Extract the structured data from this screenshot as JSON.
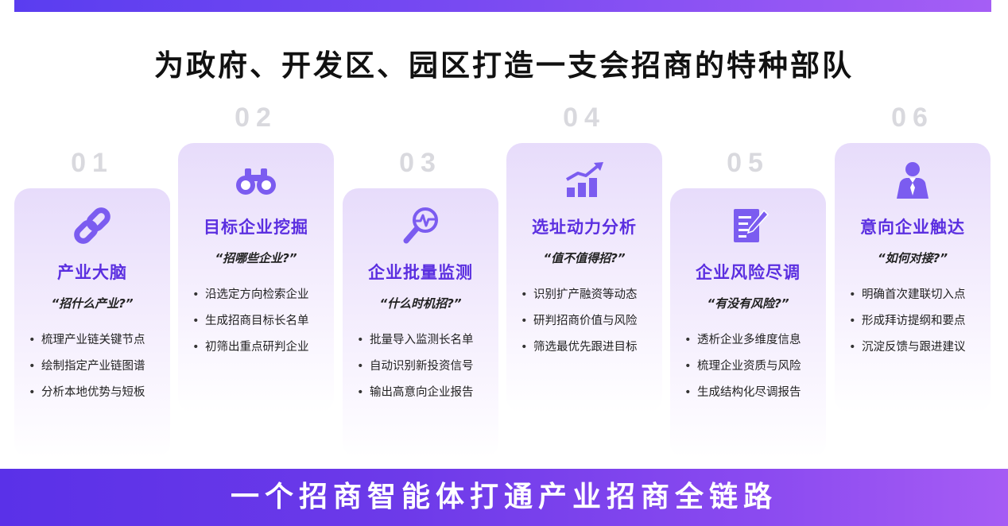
{
  "page": {
    "title": "为政府、开发区、园区打造一支会招商的特种部队",
    "banner": "一个招商智能体打通产业招商全链路"
  },
  "colors": {
    "accent": "#5b2fe0",
    "icon": "#7b5cf0",
    "number": "#d9d9de"
  },
  "cards": [
    {
      "number": "01",
      "icon": "chain-link-icon",
      "title": "产业大脑",
      "question": "“招什么产业?”",
      "bullets": [
        "梳理产业链关键节点",
        "绘制指定产业链图谱",
        "分析本地优势与短板"
      ]
    },
    {
      "number": "02",
      "icon": "binoculars-icon",
      "title": "目标企业挖掘",
      "question": "“招哪些企业?”",
      "bullets": [
        "沿选定方向检索企业",
        "生成招商目标长名单",
        "初筛出重点研判企业"
      ]
    },
    {
      "number": "03",
      "icon": "magnifier-pulse-icon",
      "title": "企业批量监测",
      "question": "“什么时机招?”",
      "bullets": [
        "批量导入监测长名单",
        "自动识别新投资信号",
        "输出高意向企业报告"
      ]
    },
    {
      "number": "04",
      "icon": "growth-chart-icon",
      "title": "选址动力分析",
      "question": "“值不值得招?”",
      "bullets": [
        "识别扩产融资等动态",
        "研判招商价值与风险",
        "筛选最优先跟进目标"
      ]
    },
    {
      "number": "05",
      "icon": "document-pen-icon",
      "title": "企业风险尽调",
      "question": "“有没有风险?”",
      "bullets": [
        "透析企业多维度信息",
        "梳理企业资质与风险",
        "生成结构化尽调报告"
      ]
    },
    {
      "number": "06",
      "icon": "business-person-icon",
      "title": "意向企业触达",
      "question": "“如何对接?”",
      "bullets": [
        "明确首次建联切入点",
        "形成拜访提纲和要点",
        "沉淀反馈与跟进建议"
      ]
    }
  ]
}
